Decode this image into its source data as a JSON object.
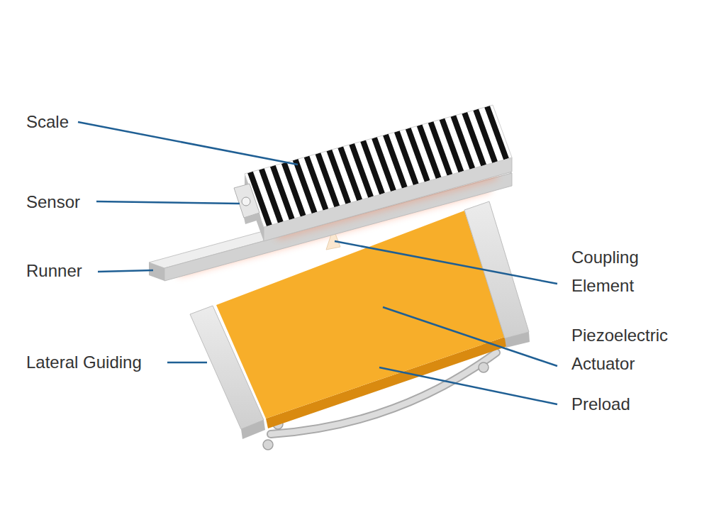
{
  "diagram": {
    "labels": [
      "Scale",
      "Sensor",
      "Runner",
      "Lateral Guiding",
      "Coupling Element",
      "Piezoelectric Actuator",
      "Preload"
    ]
  }
}
